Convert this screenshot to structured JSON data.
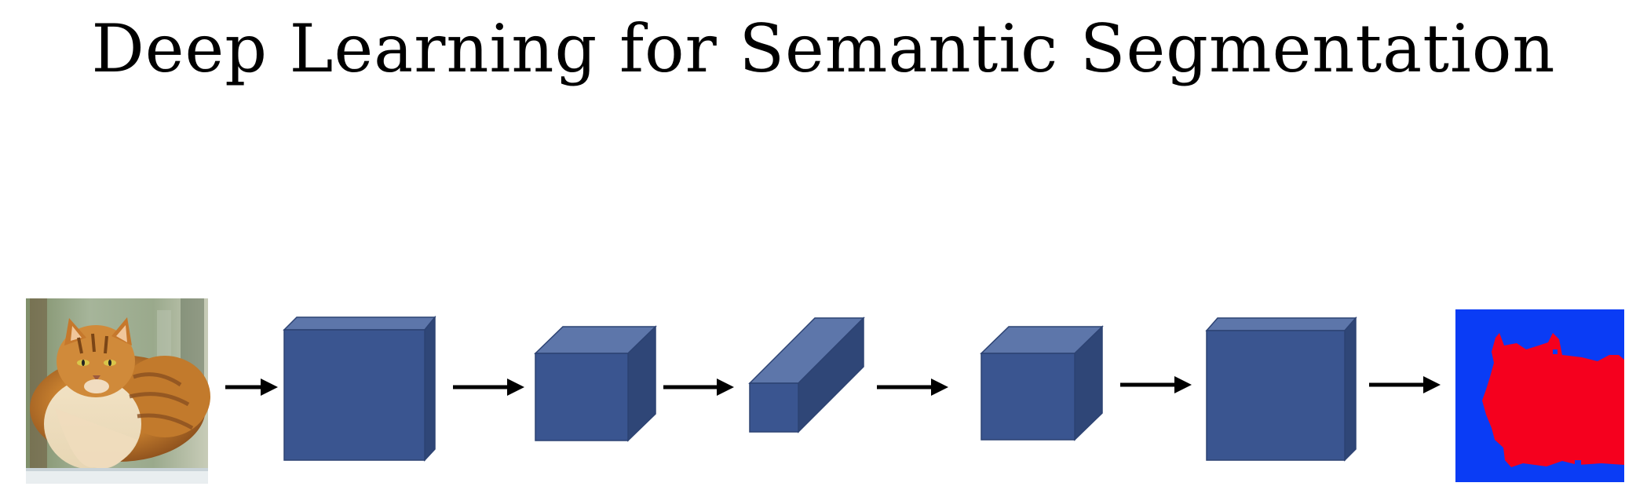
{
  "title": "Deep Learning for Semantic Segmentation",
  "diagram": {
    "input_image": "cat-photo",
    "output_image": "segmentation-mask",
    "colors": {
      "block_front": "#3a5590",
      "block_top": "#5d76aa",
      "block_side": "#2f4677",
      "arrow": "#000000",
      "mask_background": "#0a3cf5",
      "mask_foreground": "#f5001e"
    },
    "layers": [
      {
        "id": "layer-1"
      },
      {
        "id": "layer-2"
      },
      {
        "id": "layer-3"
      },
      {
        "id": "layer-4"
      },
      {
        "id": "layer-5"
      }
    ]
  }
}
